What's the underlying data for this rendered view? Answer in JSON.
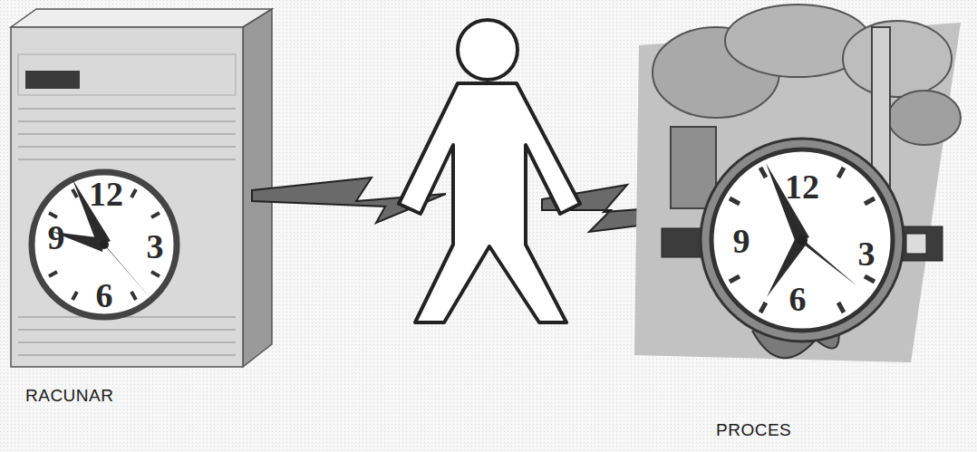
{
  "diagram": {
    "nodes": [
      {
        "text": [
          "RACUNAR"
        ]
      },
      {
        "text": [
          "PROCES"
        ]
      }
    ],
    "labels": [
      "12",
      "3",
      "6",
      "9",
      "12",
      "9",
      "3",
      "6"
    ]
  }
}
